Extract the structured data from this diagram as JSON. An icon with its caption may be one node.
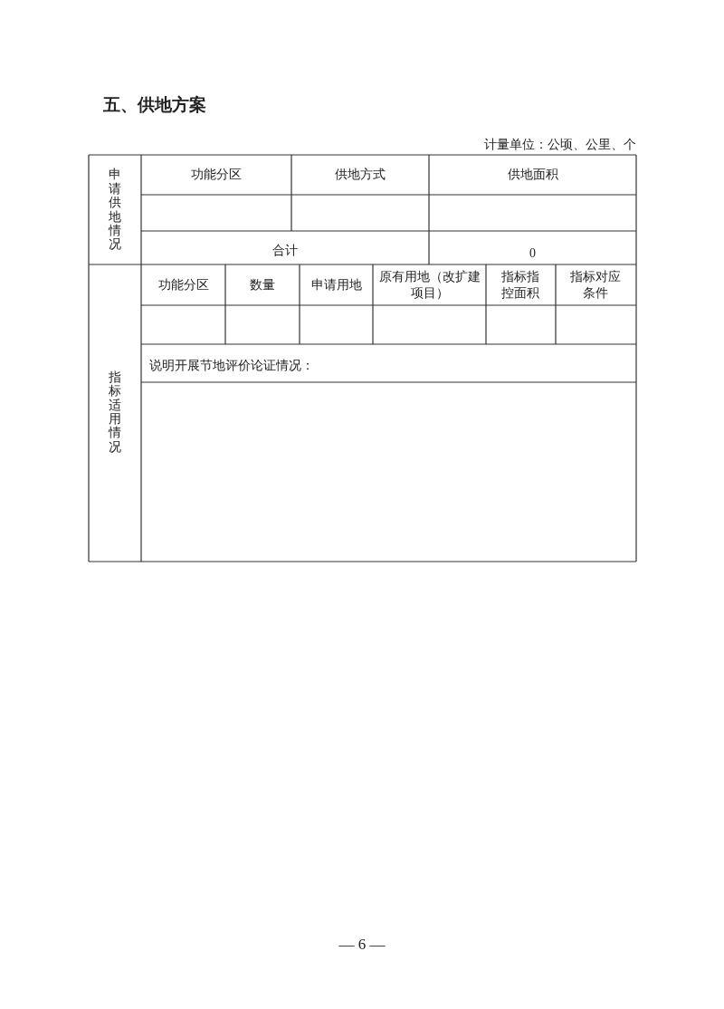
{
  "diagram": {
    "title": "五、供地方案",
    "labels": [
      "计量单位：公顷、公里、个",
      "申请供地情况",
      "功能分区",
      "供地方式",
      "供地面积",
      "合计",
      "0",
      "指标适用情况",
      "功能分区",
      "数量",
      "申请用地",
      "原有用地（改扩建项目）",
      "指标指控面积",
      "指标对应条件",
      "说明开展节地评价论证情况：",
      "— 6 —"
    ]
  }
}
